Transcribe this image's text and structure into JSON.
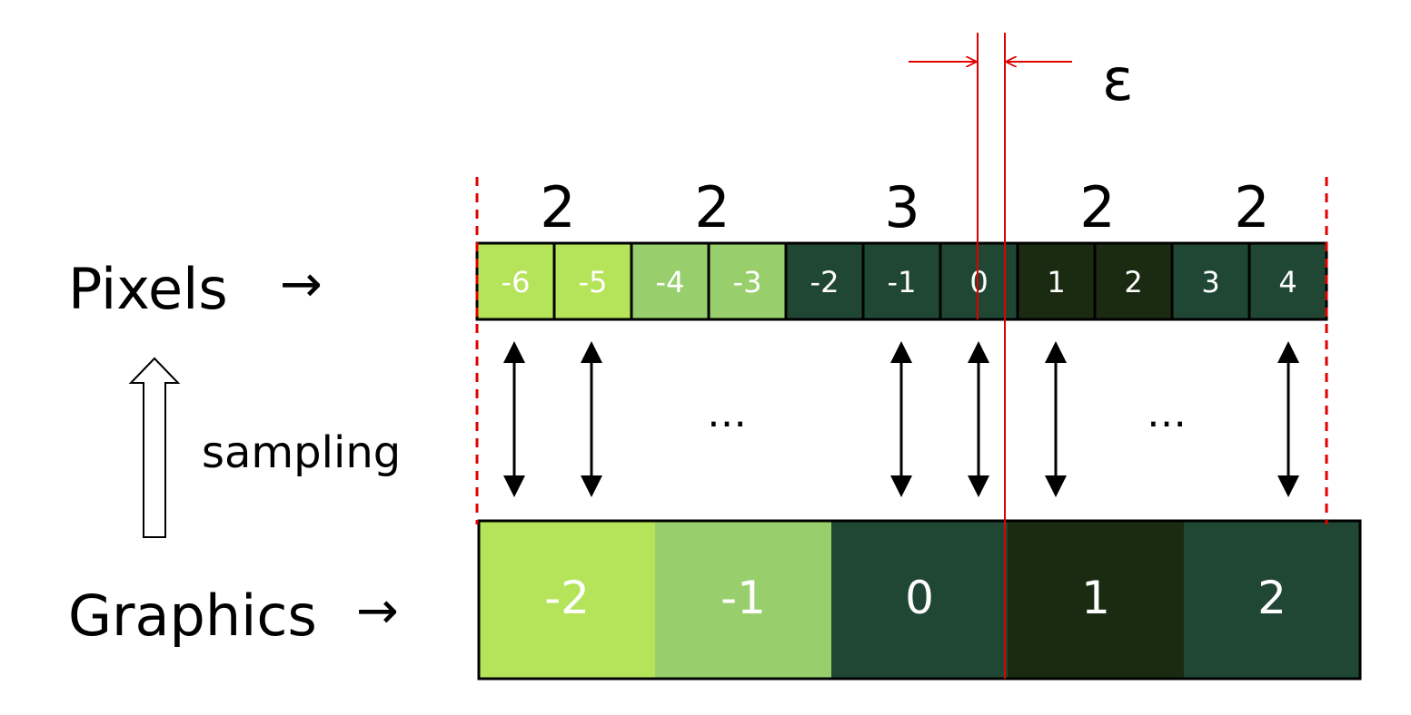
{
  "labels": {
    "pixels": "Pixels",
    "pixels_arrow": "→",
    "graphics": "Graphics",
    "graphics_arrow": "→",
    "sampling": "sampling",
    "epsilon": "ε",
    "ellipsis_left": "…",
    "ellipsis_right": "…"
  },
  "group_counts": [
    "2",
    "2",
    "3",
    "2",
    "2"
  ],
  "pixels": [
    {
      "label": "-6",
      "color": "#b5e35a"
    },
    {
      "label": "-5",
      "color": "#b5e35a"
    },
    {
      "label": "-4",
      "color": "#98cf6c"
    },
    {
      "label": "-3",
      "color": "#98cf6c"
    },
    {
      "label": "-2",
      "color": "#1f4734"
    },
    {
      "label": "-1",
      "color": "#1f4734"
    },
    {
      "label": "0",
      "color": "#1f4734"
    },
    {
      "label": "1",
      "color": "#1b2b12"
    },
    {
      "label": "2",
      "color": "#1b2b12"
    },
    {
      "label": "3",
      "color": "#1f4734"
    },
    {
      "label": "4",
      "color": "#1f4734"
    }
  ],
  "graphics": [
    {
      "label": "-2",
      "color": "#b5e35a"
    },
    {
      "label": "-1",
      "color": "#98cf6c"
    },
    {
      "label": "0",
      "color": "#1f4734"
    },
    {
      "label": "1",
      "color": "#1b2b12"
    },
    {
      "label": "2",
      "color": "#1f4734"
    }
  ],
  "colors": {
    "accent_red": "#e00000",
    "outline": "#000000"
  }
}
